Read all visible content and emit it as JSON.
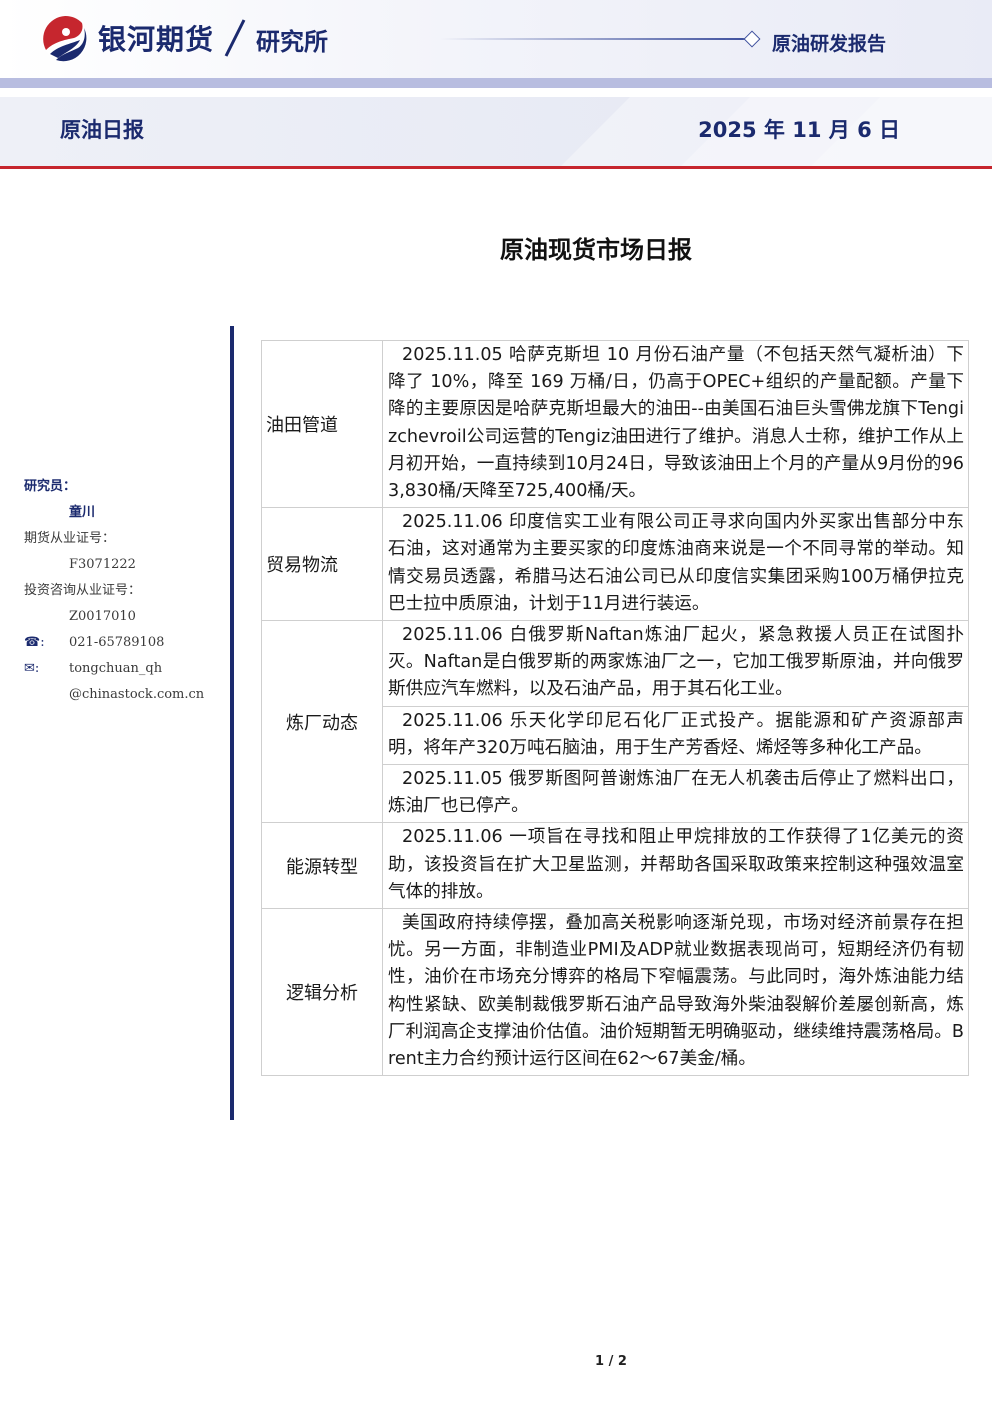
{
  "header": {
    "brand": "银河期货",
    "division": "研究所",
    "report_type": "原油研发报告",
    "colors": {
      "navy": "#1b2a6e",
      "red": "#c6262e",
      "band": "#e4e7f3"
    }
  },
  "band": {
    "title": "原油日报",
    "date": "2025 年 11 月 6 日"
  },
  "main_title": "原油现货市场日报",
  "sidebar": {
    "researcher_label": "研究员：",
    "researcher_name": "童川",
    "futures_cert_label": "期货从业证号：",
    "futures_cert_value": "F3071222",
    "consult_cert_label": "投资咨询从业证号：",
    "consult_cert_value": "Z0017010",
    "phone_icon": "☎:",
    "phone": "021-65789108",
    "email_icon": "✉:",
    "email_line1": "tongchuan_qh",
    "email_line2": "@chinastock.com.cn"
  },
  "table": {
    "rows": [
      {
        "category": "油田管道",
        "text": "2025.11.05 哈萨克斯坦 10 月份石油产量（不包括天然气凝析油）下降了 10%，降至 169 万桶/日，仍高于OPEC+组织的产量配额。产量下降的主要原因是哈萨克斯坦最大的油田--由美国石油巨头雪佛龙旗下Tengizchevroil公司运营的Tengiz油田进行了维护。消息人士称，维护工作从上月初开始，一直持续到10月24日，导致该油田上个月的产量从9月份的963,830桶/天降至725,400桶/天。"
      },
      {
        "category": "贸易物流",
        "text": "2025.11.06 印度信实工业有限公司正寻求向国内外买家出售部分中东石油，这对通常为主要买家的印度炼油商来说是一个不同寻常的举动。知情交易员透露，希腊马达石油公司已从印度信实集团采购100万桶伊拉克巴士拉中质原油，计划于11月进行装运。"
      },
      {
        "category": "炼厂动态",
        "texts": [
          "2025.11.06 白俄罗斯Naftan炼油厂起火，紧急救援人员正在试图扑灭。Naftan是白俄罗斯的两家炼油厂之一，它加工俄罗斯原油，并向俄罗斯供应汽车燃料，以及石油产品，用于其石化工业。",
          "2025.11.06 乐天化学印尼石化厂正式投产。据能源和矿产资源部声明，将年产320万吨石脑油，用于生产芳香烃、烯烃等多种化工产品。",
          "2025.11.05 俄罗斯图阿普谢炼油厂在无人机袭击后停止了燃料出口，炼油厂也已停产。"
        ]
      },
      {
        "category": "能源转型",
        "text": "2025.11.06 一项旨在寻找和阻止甲烷排放的工作获得了1亿美元的资助，该投资旨在扩大卫星监测，并帮助各国采取政策来控制这种强效温室气体的排放。"
      },
      {
        "category": "逻辑分析",
        "text": "美国政府持续停摆，叠加高关税影响逐渐兑现，市场对经济前景存在担忧。另一方面，非制造业PMI及ADP就业数据表现尚可，短期经济仍有韧性，油价在市场充分博弈的格局下窄幅震荡。与此同时，海外炼油能力结构性紧缺、欧美制裁俄罗斯石油产品导致海外柴油裂解价差屡创新高，炼厂利润高企支撑油价估值。油价短期暂无明确驱动，继续维持震荡格局。Brent主力合约预计运行区间在62～67美金/桶。"
      }
    ]
  },
  "footer": {
    "page": "1 / 2"
  }
}
